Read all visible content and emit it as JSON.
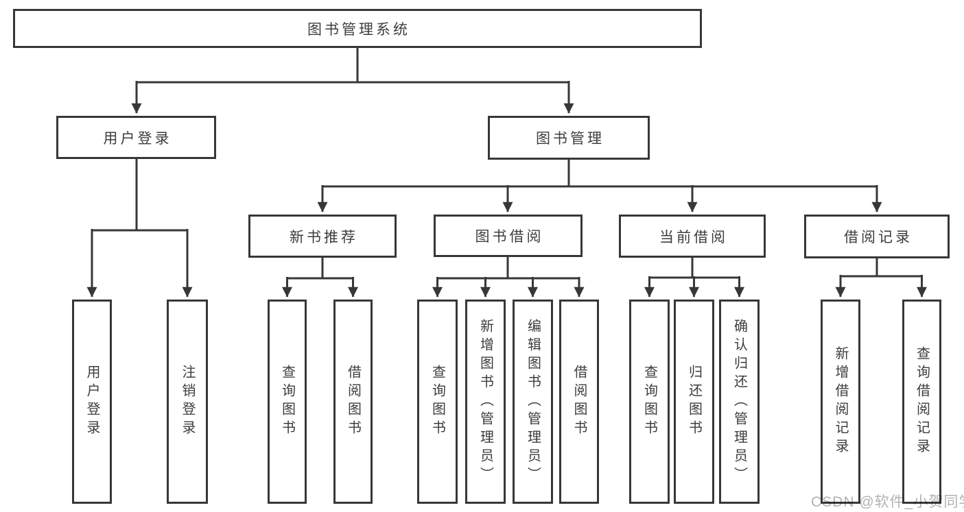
{
  "diagram_title": "图书管理系统",
  "nodes": {
    "root": "图书管理系统",
    "user_login": "用户登录",
    "book_mgmt": "图书管理",
    "new_book_rec": "新书推荐",
    "book_borrow": "图书借阅",
    "current_borrow": "当前借阅",
    "borrow_records": "借阅记录",
    "leaves": {
      "user_login": [
        "用户登录",
        "注销登录"
      ],
      "new_book_rec": [
        "查询图书",
        "借阅图书"
      ],
      "book_borrow": [
        "查询图书",
        "新增图书（管理员）",
        "编辑图书（管理员）",
        "借阅图书"
      ],
      "current_borrow": [
        "查询图书",
        "归还图书",
        "确认归还（管理员）"
      ],
      "borrow_records": [
        "新增借阅记录",
        "查询借阅记录"
      ]
    }
  },
  "watermark": "CSDN @软件_小贺同学",
  "colors": {
    "line": "#373737",
    "text": "#3d3d3d",
    "watermark": "#a9a9a9",
    "background": "#ffffff"
  }
}
